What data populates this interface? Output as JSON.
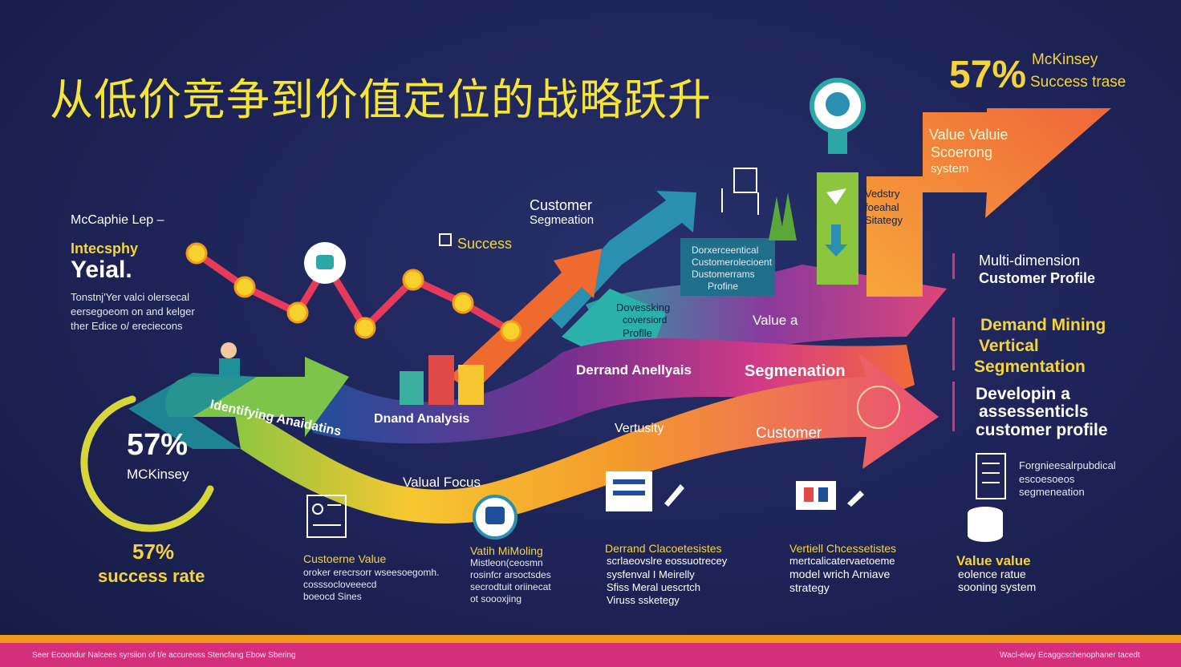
{
  "title": "从低价竞争到价值定位的战略跃升",
  "top_right": {
    "percent": "57%",
    "label_line1": "McKinsey",
    "label_line2": "Success trase"
  },
  "arrow_top_text": [
    "Value Valuie",
    "Scoerong",
    "system"
  ],
  "left_panel": {
    "heading": "McCaphie Lep –",
    "sub": "Intecsphy",
    "big": "Yeial.",
    "body": [
      "Tonstnj'Yer valci olersecal",
      "eersegoeom on and kelger",
      "ther Edice o/ ereciecons"
    ]
  },
  "ring": {
    "percent": "57%",
    "label": "MCKinsey"
  },
  "success_rate": {
    "percent": "57%",
    "label": "success rate"
  },
  "labels": {
    "customer_seg": [
      "Customer",
      "Segmeation"
    ],
    "success": "Success",
    "box_dark": [
      "Dorxerceentical",
      "Customerolecioent",
      "Dustomerrams",
      "Profine"
    ],
    "vertical_box": [
      "Vedstry",
      "foeahal",
      "Sitategy"
    ]
  },
  "ribbon_labels": {
    "identifying": "Identifying Anaidatins",
    "demand_analysis": "Dnand Analysis",
    "value_focus": "Valual Focus",
    "down_profile": [
      "Dovessking",
      "coversiord",
      "Proflle"
    ],
    "demand_analysis2": "Derrand Anellyais",
    "value_a": "Value a",
    "segmentation": "Segmenation",
    "vertusity": "Vertusity",
    "customer": "Customer"
  },
  "right_list": [
    {
      "text": [
        "Multi-dimension",
        "Customer Profile"
      ],
      "color": "#ffffff"
    },
    {
      "text": [
        "Demand Mining",
        "Vertical",
        "Segmentation"
      ],
      "color": "#f3d43c"
    },
    {
      "text": [
        "Developin a",
        "assessenticls",
        "customer profile"
      ],
      "color": "#ffffff"
    }
  ],
  "right_small": [
    "Forgnieesalrpubdical",
    "escoesoeos",
    "segmeneation"
  ],
  "right_value": [
    "Value value",
    "eolence ratue",
    "sooning system"
  ],
  "bottom_cols": [
    {
      "title": "Custoerne Value",
      "lines": [
        "oroker erecrsorr wseesoegomh.",
        "cosssocloveeecd",
        "boeocd Sines"
      ]
    },
    {
      "title": "Vatih MiMoling",
      "lines": [
        "Mistleon(ceosmn",
        "rosinfcr arsoctsdes",
        "secrodtuit oriinecat",
        "ot soooxjing"
      ]
    },
    {
      "title": "Derrand Clacoetesistes",
      "lines": [
        "scrlaeovslre eossuotrecey",
        "sysfenval I Meirelly",
        "Sfiss Meral uescrtch",
        "Viruss ssketegy"
      ]
    },
    {
      "title": "Vertiell Chcessetistes",
      "lines": [
        "mertcalicatervaetoeme",
        "model wrich Arniave",
        "strategy"
      ]
    }
  ],
  "footer": {
    "left": "Seer Ecoondur Nalcees syrsiion of t/e accureoss Stencfang Ebow Sbering",
    "right": "Wacl-eiwy Ecaggcschenophaner tacedt"
  },
  "colors": {
    "bg": "#1d2356",
    "yellow": "#f3d43c",
    "magenta": "#d52f7c",
    "orange": "#f29a1c",
    "teal": "#2a9fb0",
    "green": "#7cc44a"
  }
}
